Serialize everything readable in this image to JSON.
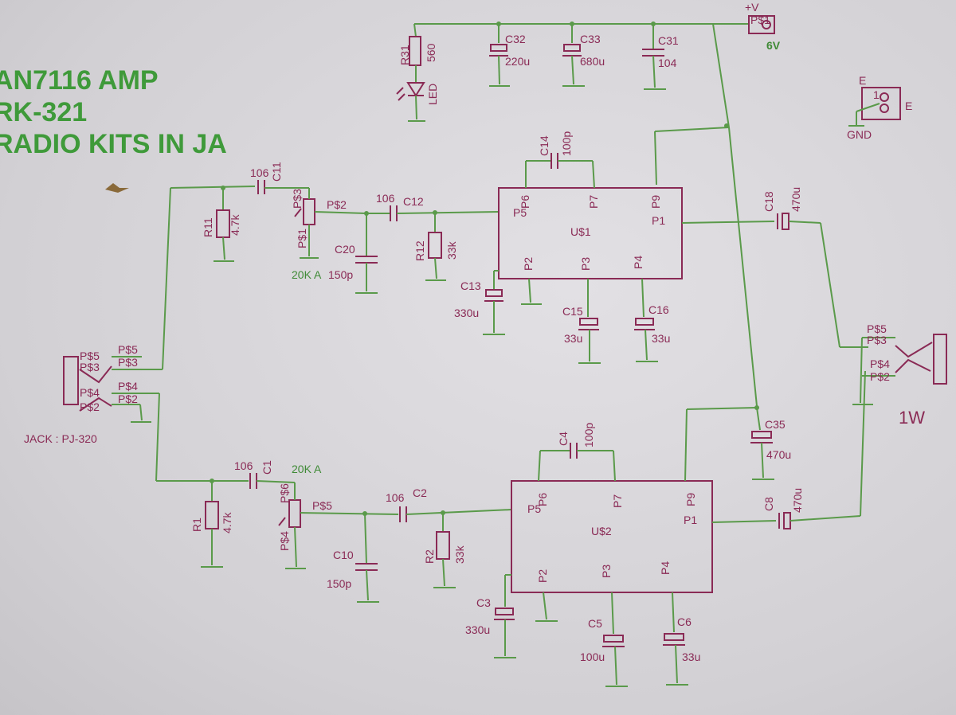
{
  "titles": [
    "AN7116 AMP",
    "RK-321",
    "RADIO KITS IN JA"
  ],
  "power": {
    "supply_top": "+V",
    "supply_pin": "P$1",
    "voltage": "6V",
    "gnd_top": "E",
    "gnd_pin": "1",
    "gnd_right": "E",
    "gnd_label": "GND"
  },
  "top_caps": [
    {
      "name": "R31",
      "value": "560"
    },
    {
      "name": "LED",
      "value": ""
    },
    {
      "name": "C32",
      "value": "220u"
    },
    {
      "name": "C33",
      "value": "680u"
    },
    {
      "name": "C31",
      "value": "104"
    }
  ],
  "channel1": {
    "ic": "U$1",
    "r_in": {
      "name": "R11",
      "value": "4.7k"
    },
    "c_in": {
      "name": "C11",
      "value": "106"
    },
    "pot": {
      "value": "20K A",
      "p1": "P$1",
      "p2": "P$2",
      "p3": "P$3"
    },
    "c_couple": {
      "name": "C12",
      "value": "106"
    },
    "c_filter": {
      "name": "C20",
      "value": "150p"
    },
    "r_bias": {
      "name": "R12",
      "value": "33k"
    },
    "c_fb": {
      "name": "C14",
      "value": "100p"
    },
    "c_bypass": {
      "name": "C13",
      "value": "330u"
    },
    "c15": {
      "name": "C15",
      "value": "33u"
    },
    "c16": {
      "name": "C16",
      "value": "33u"
    },
    "c_out": {
      "name": "C18",
      "value": "470u"
    },
    "pins": {
      "p5": "P5",
      "p6": "P6",
      "p7": "P7",
      "p9": "P9",
      "p1": "P1",
      "p2": "P2",
      "p3": "P3",
      "p4": "P4"
    }
  },
  "channel2": {
    "ic": "U$2",
    "r_in": {
      "name": "R1",
      "value": "4.7k"
    },
    "c_in": {
      "name": "C1",
      "value": "106"
    },
    "pot": {
      "value": "20K A",
      "p1": "P$4",
      "p2": "P$5",
      "p3": "P$6"
    },
    "c_couple": {
      "name": "C2",
      "value": "106"
    },
    "c_filter": {
      "name": "C10",
      "value": "150p"
    },
    "r_bias": {
      "name": "R2",
      "value": "33k"
    },
    "c_fb": {
      "name": "C4",
      "value": "100p"
    },
    "c_bypass": {
      "name": "C3",
      "value": "330u"
    },
    "c5": {
      "name": "C5",
      "value": "100u"
    },
    "c6": {
      "name": "C6",
      "value": "33u"
    },
    "c_out": {
      "name": "C8",
      "value": "470u"
    },
    "c35": {
      "name": "C35",
      "value": "470u"
    }
  },
  "jack": {
    "label": "JACK : PJ-320",
    "pins": [
      "P$5",
      "P$3",
      "P$4",
      "P$2"
    ]
  },
  "output": {
    "label": "1W",
    "pins": [
      "P$5",
      "P$3",
      "P$4",
      "P$2"
    ]
  }
}
